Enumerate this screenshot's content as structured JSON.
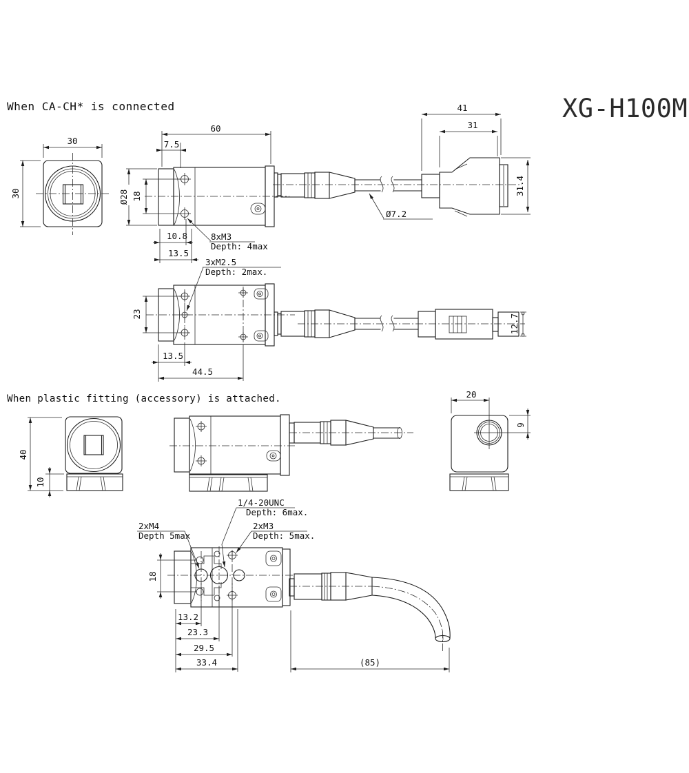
{
  "title": "XG-H100M",
  "headings": {
    "section1": "When CA-CH* is connected",
    "section2": "When plastic fitting (accessory) is attached."
  },
  "cach": {
    "front": {
      "w": "30",
      "h": "30"
    },
    "side": {
      "len": "60",
      "front_depth": "7.5",
      "mount_dia": "Ø28",
      "hole_pitch": "18",
      "d108": "10.8",
      "d135": "13.5",
      "m3": "8xM3",
      "m3_depth": "Depth: 4max",
      "cable_dia": "Ø7.2"
    },
    "top": {
      "h": "23",
      "d135": "13.5",
      "d445": "44.5",
      "m25": "3xM2.5",
      "m25_depth": "Depth: 2max.",
      "conn_h": "12.7"
    },
    "connector": {
      "l41": "41",
      "l31": "31",
      "h314": "31.4"
    }
  },
  "fitting": {
    "front": {
      "h40": "40",
      "h10": "10"
    },
    "rear": {
      "w20": "20",
      "off9": "9"
    },
    "bottom": {
      "m4": "2xM4",
      "m4_depth": "Depth 5max",
      "unc": "1/4-20UNC",
      "unc_depth": "Depth: 6max.",
      "m3": "2xM3",
      "m3_depth": "Depth: 5max.",
      "pitch18": "18",
      "d132": "13.2",
      "d233": "23.3",
      "d295": "29.5",
      "d334": "33.4",
      "cable": "(85)"
    }
  }
}
